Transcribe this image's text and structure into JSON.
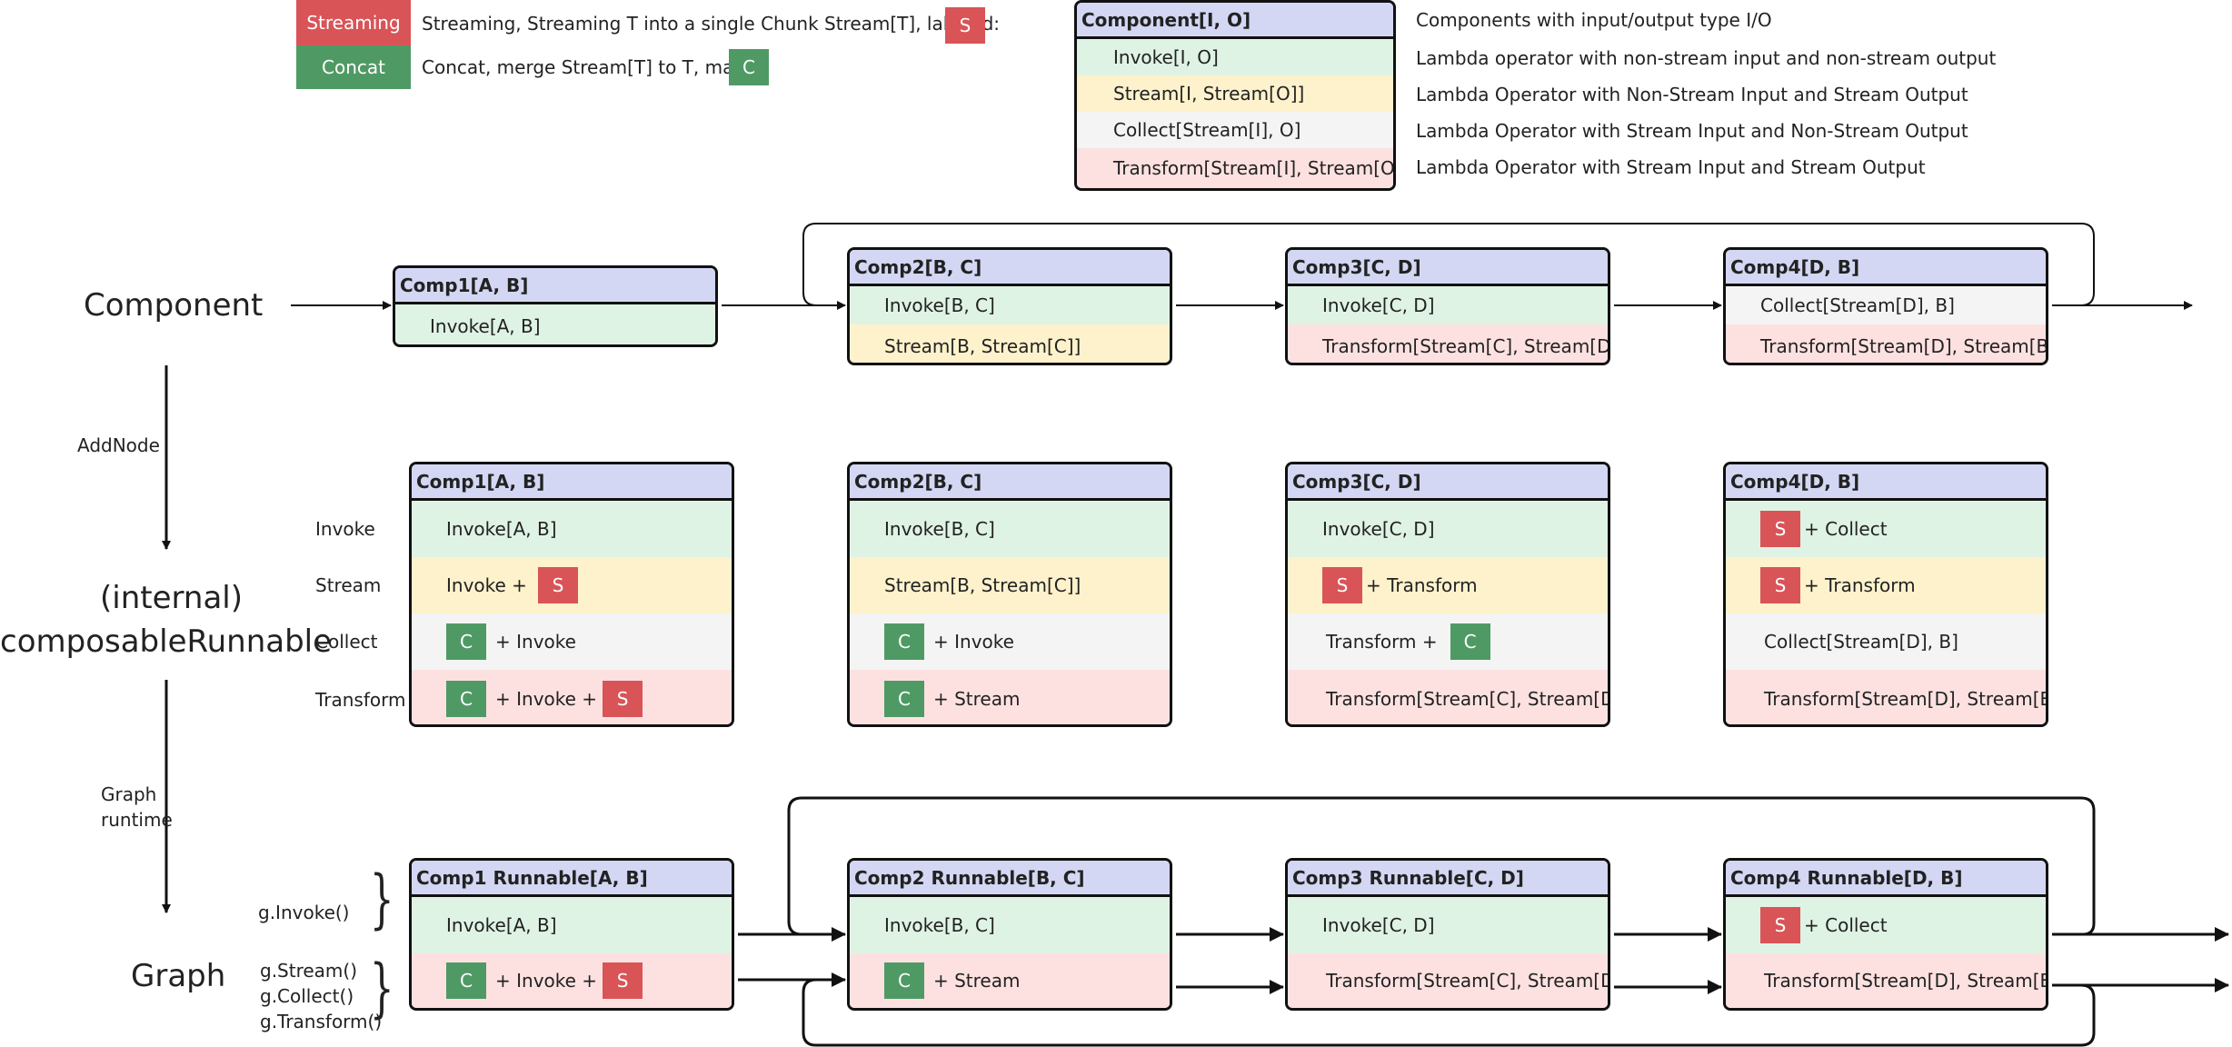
{
  "legend": {
    "streaming": {
      "chip": "Streaming",
      "text": "Streaming, Streaming T into a single Chunk Stream[T], labeled:",
      "mark": "S",
      "color": "#d95457"
    },
    "concat": {
      "chip": "Concat",
      "text": "Concat, merge Stream[T] to T, mark:",
      "mark": "C",
      "color": "#4f9a64"
    },
    "component_key": {
      "title": "Component[I, O]",
      "title_desc": "Components with input/output type I/O",
      "rows": [
        {
          "label": "Invoke[I, O]",
          "desc": "Lambda operator with non-stream input and non-stream output"
        },
        {
          "label": "Stream[I, Stream[O]]",
          "desc": "Lambda Operator with Non-Stream Input and Stream Output"
        },
        {
          "label": "Collect[Stream[I], O]",
          "desc": "Lambda Operator with Stream Input and Non-Stream Output"
        },
        {
          "label": "Transform[Stream[I], Stream[O]]",
          "desc": "Lambda Operator with Stream Input and Stream Output"
        }
      ]
    }
  },
  "stages": {
    "component": "Component",
    "runnable_line1": "(internal)",
    "runnable_line2": "composableRunnable",
    "graph": "Graph"
  },
  "transitions": {
    "addnode": "AddNode",
    "graph_runtime_line1": "Graph",
    "graph_runtime_line2": "runtime"
  },
  "component_row": [
    {
      "title": "Comp1[A, B]",
      "rows": [
        "Invoke[A, B]"
      ]
    },
    {
      "title": "Comp2[B, C]",
      "rows": [
        "Invoke[B, C]",
        "Stream[B, Stream[C]]"
      ]
    },
    {
      "title": "Comp3[C, D]",
      "rows": [
        "Invoke[C, D]",
        "Transform[Stream[C], Stream[D]]"
      ]
    },
    {
      "title": "Comp4[D, B]",
      "rows": [
        "Collect[Stream[D], B]",
        "Transform[Stream[D], Stream[B]]"
      ]
    }
  ],
  "runnable_labels": [
    "Invoke",
    "Stream",
    "Collect",
    "Transform"
  ],
  "runnable_row": [
    {
      "title": "Comp1[A, B]",
      "rows": {
        "invoke": "Invoke[A, B]",
        "stream": {
          "pre": "Invoke  +",
          "mark": "S"
        },
        "collect": {
          "mark": "C",
          "post": "+ Invoke"
        },
        "transform": {
          "mark": "C",
          "mid": "+ Invoke +",
          "mark2": "S"
        }
      }
    },
    {
      "title": "Comp2[B, C]",
      "rows": {
        "invoke": "Invoke[B, C]",
        "stream": "Stream[B, Stream[C]]",
        "collect": {
          "mark": "C",
          "post": "+ Invoke"
        },
        "transform": {
          "mark": "C",
          "post": "+ Stream"
        }
      }
    },
    {
      "title": "Comp3[C, D]",
      "rows": {
        "invoke": "Invoke[C, D]",
        "stream": {
          "mark": "S",
          "post": "+ Transform"
        },
        "collect": {
          "pre": "Transform +",
          "mark": "C"
        },
        "transform": "Transform[Stream[C], Stream[D]]"
      }
    },
    {
      "title": "Comp4[D, B]",
      "rows": {
        "invoke": {
          "mark": "S",
          "post": "+ Collect"
        },
        "stream": {
          "mark": "S",
          "post": "+ Transform"
        },
        "collect": "Collect[Stream[D], B]",
        "transform": "Transform[Stream[D], Stream[B]]"
      }
    }
  ],
  "graph_calls": {
    "invoke": "g.Invoke()",
    "stream_group": [
      "g.Stream()",
      "g.Collect()",
      "g.Transform()"
    ]
  },
  "graph_row": [
    {
      "title": "Comp1 Runnable[A, B]",
      "top": "Invoke[A, B]",
      "bottom": {
        "mark": "C",
        "mid": "+ Invoke +",
        "mark2": "S"
      }
    },
    {
      "title": "Comp2 Runnable[B, C]",
      "top": "Invoke[B, C]",
      "bottom": {
        "mark": "C",
        "post": "+ Stream"
      }
    },
    {
      "title": "Comp3 Runnable[C, D]",
      "top": "Invoke[C, D]",
      "bottom": "Transform[Stream[C], Stream[D]]"
    },
    {
      "title": "Comp4 Runnable[D, B]",
      "top": {
        "mark": "S",
        "post": "+ Collect"
      },
      "bottom": "Transform[Stream[D], Stream[B]]"
    }
  ]
}
